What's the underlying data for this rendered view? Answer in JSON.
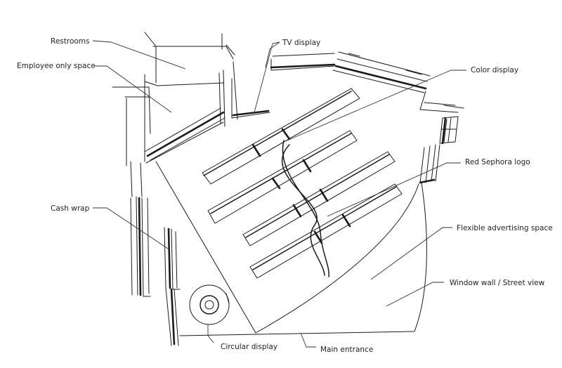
{
  "diagram": {
    "labels": {
      "restrooms": "Restrooms",
      "employee_only": "Employee only space",
      "tv_display": "TV display",
      "color_display": "Color display",
      "red_logo": "Red Sephora logo",
      "cash_wrap": "Cash wrap",
      "flexible_ad": "Flexible advertising space",
      "window_wall": "Window wall / Street view",
      "circular_display": "Circular display",
      "main_entrance": "Main entrance"
    }
  }
}
